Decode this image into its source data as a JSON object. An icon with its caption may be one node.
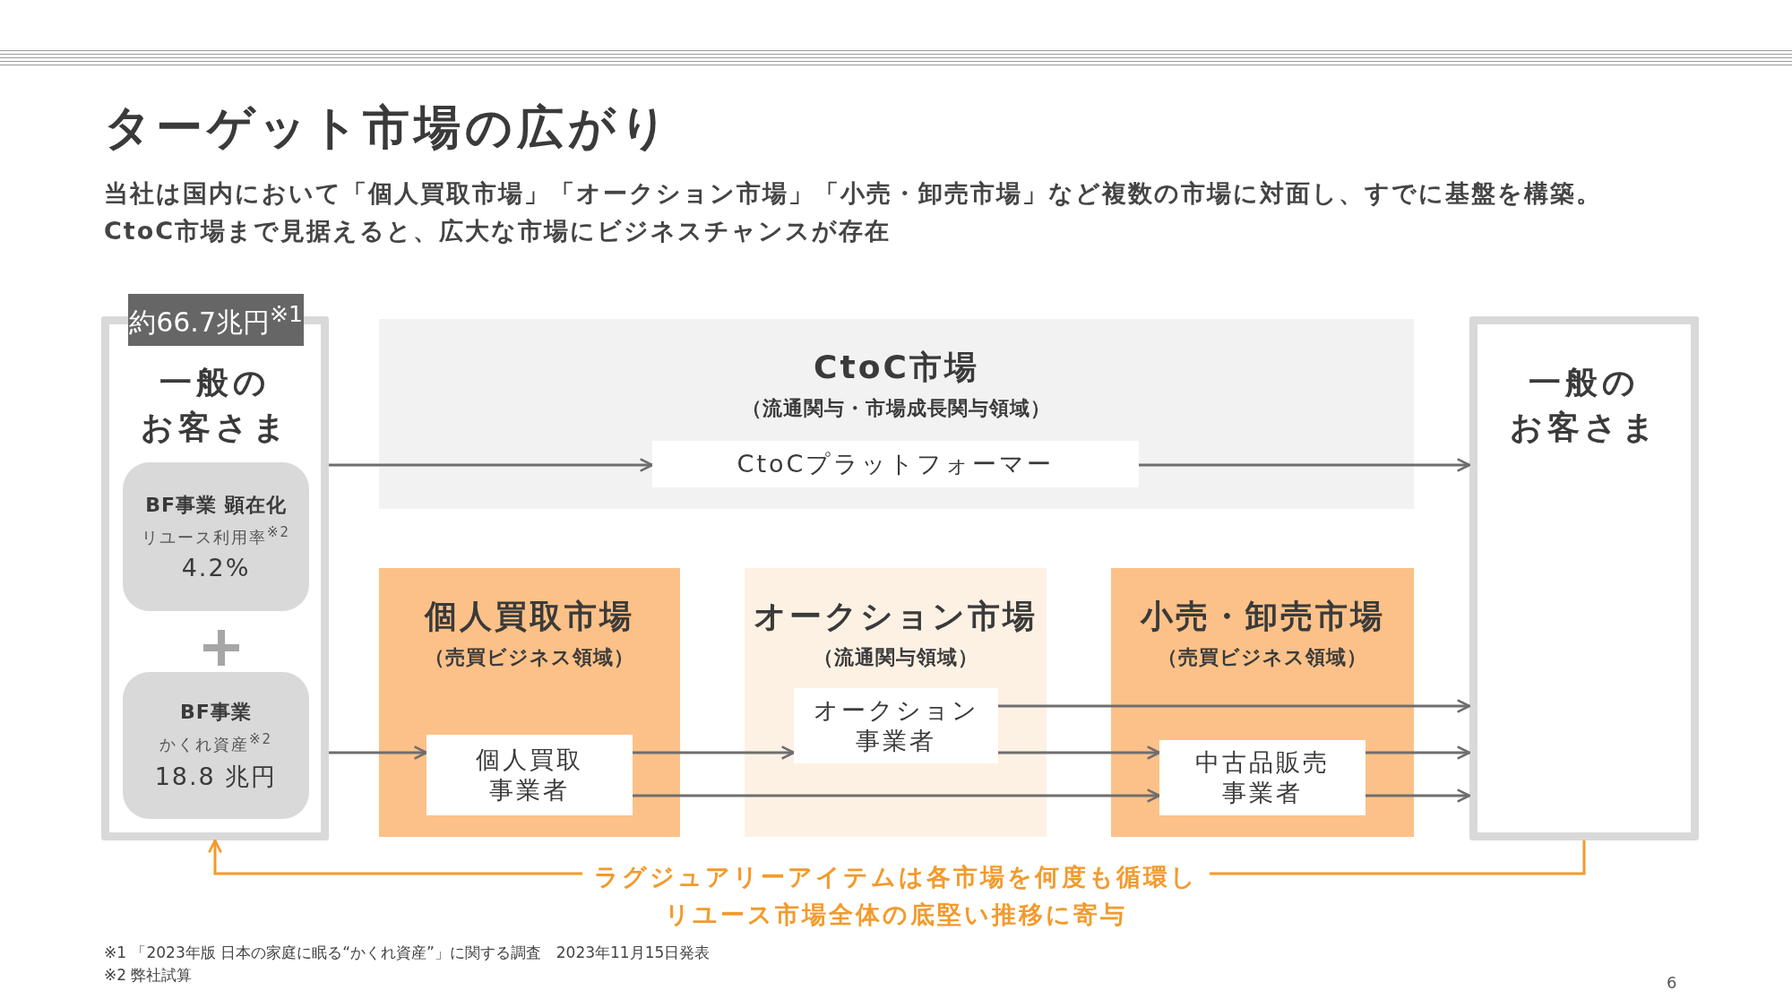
{
  "diagram": {
    "title": "ターゲット市場の広がり",
    "nodes": [
      {
        "text": [
          "約66.7兆円$^{※1}$",
          "一般のお客さま"
        ]
      },
      {
        "text": [
          "BF事業 顕在化",
          "リユース利用率$^{※2}$",
          "4.2%"
        ],
        "in": 0
      },
      {
        "text": [
          "BF事業",
          "かくれ資産$^{※2}$",
          "18.8 兆円"
        ],
        "in": 0
      },
      {
        "text": [
          "CtoC市場",
          "（流通関与・市場成長関与領域）"
        ]
      },
      {
        "text": [
          "CtoCプラットフォーマー"
        ],
        "in": 3
      },
      {
        "text": [
          "個人買取市場",
          "（売買ビジネス領域）"
        ]
      },
      {
        "text": [
          "個人買取事業者"
        ],
        "in": 5
      },
      {
        "text": [
          "オークション市場",
          "（流通関与領域）"
        ]
      },
      {
        "text": [
          "オークション事業者"
        ],
        "in": 7
      },
      {
        "text": [
          "小売・卸売市場",
          "（売買ビジネス領域）"
        ]
      },
      {
        "text": [
          "中古品販売事業者"
        ],
        "in": 9
      },
      {
        "text": [
          "一般のお客さま"
        ]
      }
    ],
    "edges": [
      {
        "from": 0,
        "to": 4,
        "arrow": "to"
      },
      {
        "from": 4,
        "to": 11,
        "arrow": "to"
      },
      {
        "from": 0,
        "to": 6,
        "arrow": "to"
      },
      {
        "from": 6,
        "to": 8,
        "arrow": "to"
      },
      {
        "from": 6,
        "to": 10,
        "arrow": "to"
      },
      {
        "from": 8,
        "to": 11,
        "arrow": "to"
      },
      {
        "from": 8,
        "to": 10,
        "arrow": "to"
      },
      {
        "from": 10,
        "to": 11,
        "arrow": "to"
      },
      {
        "from": 10,
        "to": 11,
        "arrow": "to"
      },
      {
        "from": 11,
        "to": 0,
        "arrow": "to",
        "color": "#f39a2b",
        "label": "ラグジュアリーアイテムは各市場を何度も循環しリユース市場全体の底堅い推移に寄与"
      }
    ],
    "labels": [
      "当社は国内において「個人買取市場」「オークション市場」「小売・卸売市場」など複数の市場に対面し、すでに基盤を構築。CtoC市場まで見据えると、広大な市場にビジネスチャンスが存在",
      "※1 「2023年版 日本の家庭に眠る“かくれ資産”」に関する調査　2023年11月15日発表",
      "※2 弊社試算",
      "6"
    ]
  }
}
